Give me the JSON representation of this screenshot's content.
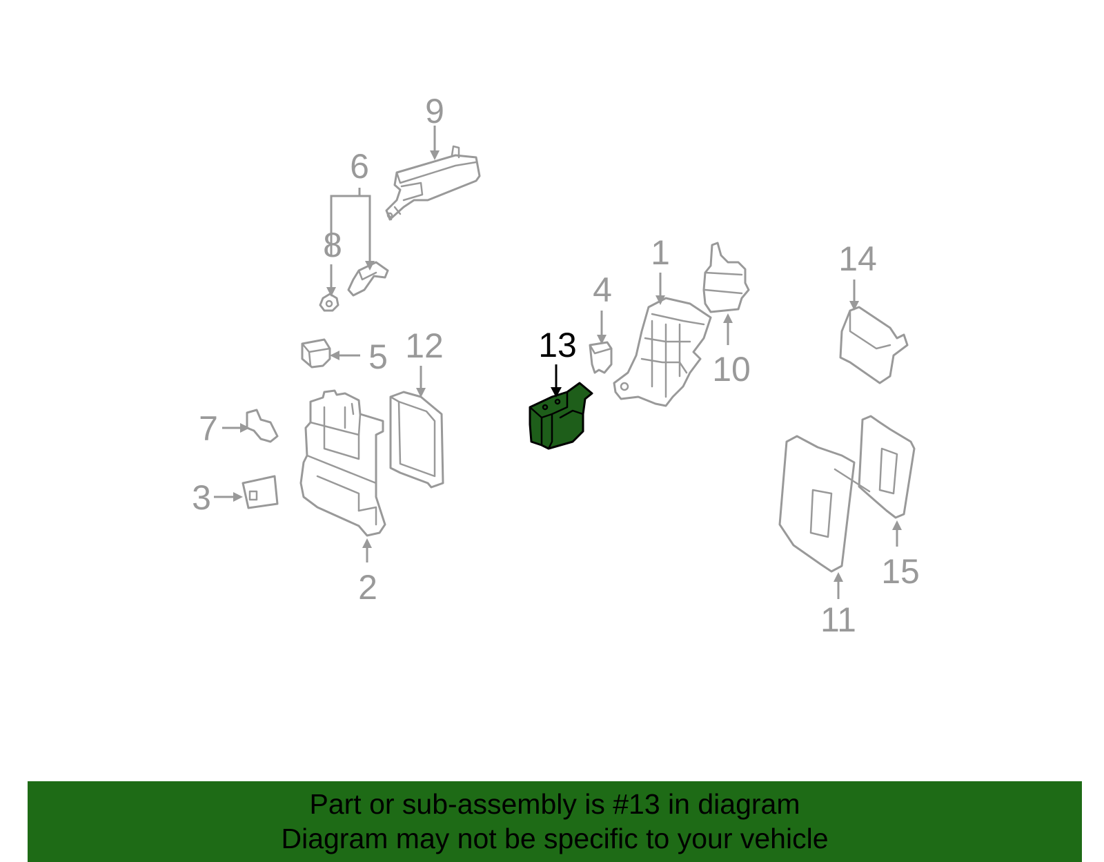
{
  "colors": {
    "highlight_fill": "#1e5e1a",
    "banner_background": "#1e6b16",
    "part_outline": "#999999"
  },
  "callouts": {
    "c1": "1",
    "c2": "2",
    "c3": "3",
    "c4": "4",
    "c5": "5",
    "c6": "6",
    "c7": "7",
    "c8": "8",
    "c9": "9",
    "c10": "10",
    "c11": "11",
    "c12": "12",
    "c13": "13",
    "c14": "14",
    "c15": "15"
  },
  "highlighted_callout": "13",
  "banner": {
    "line1": "Part or sub-assembly is #13 in diagram",
    "line2": "Diagram may not be specific to your vehicle"
  }
}
